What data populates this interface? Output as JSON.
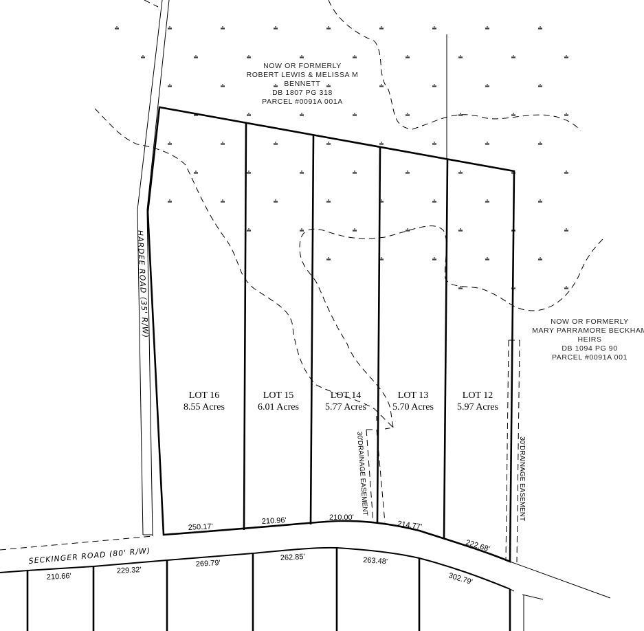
{
  "owners": {
    "north": [
      "NOW OR FORMERLY",
      "ROBERT LEWIS & MELISSA M",
      "BENNETT",
      "DB 1807 PG 318",
      "PARCEL #0091A 001A"
    ],
    "east": [
      "NOW OR FORMERLY",
      "MARY PARRAMORE BECKHAM",
      "HEIRS",
      "DB 1094 PG 90",
      "PARCEL #0091A 001"
    ]
  },
  "lots": [
    {
      "name": "LOT 16",
      "area": "8.55 Acres"
    },
    {
      "name": "LOT 15",
      "area": "6.01 Acres"
    },
    {
      "name": "LOT 14",
      "area": "5.77 Acres"
    },
    {
      "name": "LOT 13",
      "area": "5.70 Acres"
    },
    {
      "name": "LOT 12",
      "area": "5.97 Acres"
    }
  ],
  "frontage_north": [
    "250.17'",
    "210.96'",
    "210.00'",
    "214.77'",
    "222.68'"
  ],
  "frontage_south": [
    "210.66'",
    "229.32'",
    "269.79'",
    "262.85'",
    "263.48'",
    "302.79'"
  ],
  "roads": {
    "hardee": "HARDEE ROAD (35' R/W)",
    "seckinger": "SECKINGER ROAD (80' R/W)"
  },
  "easements": [
    "30'DRAINAGE EASEMENT",
    "30'DRAINAGE EASEMENT"
  ],
  "tree_symbol": "tree-icon"
}
